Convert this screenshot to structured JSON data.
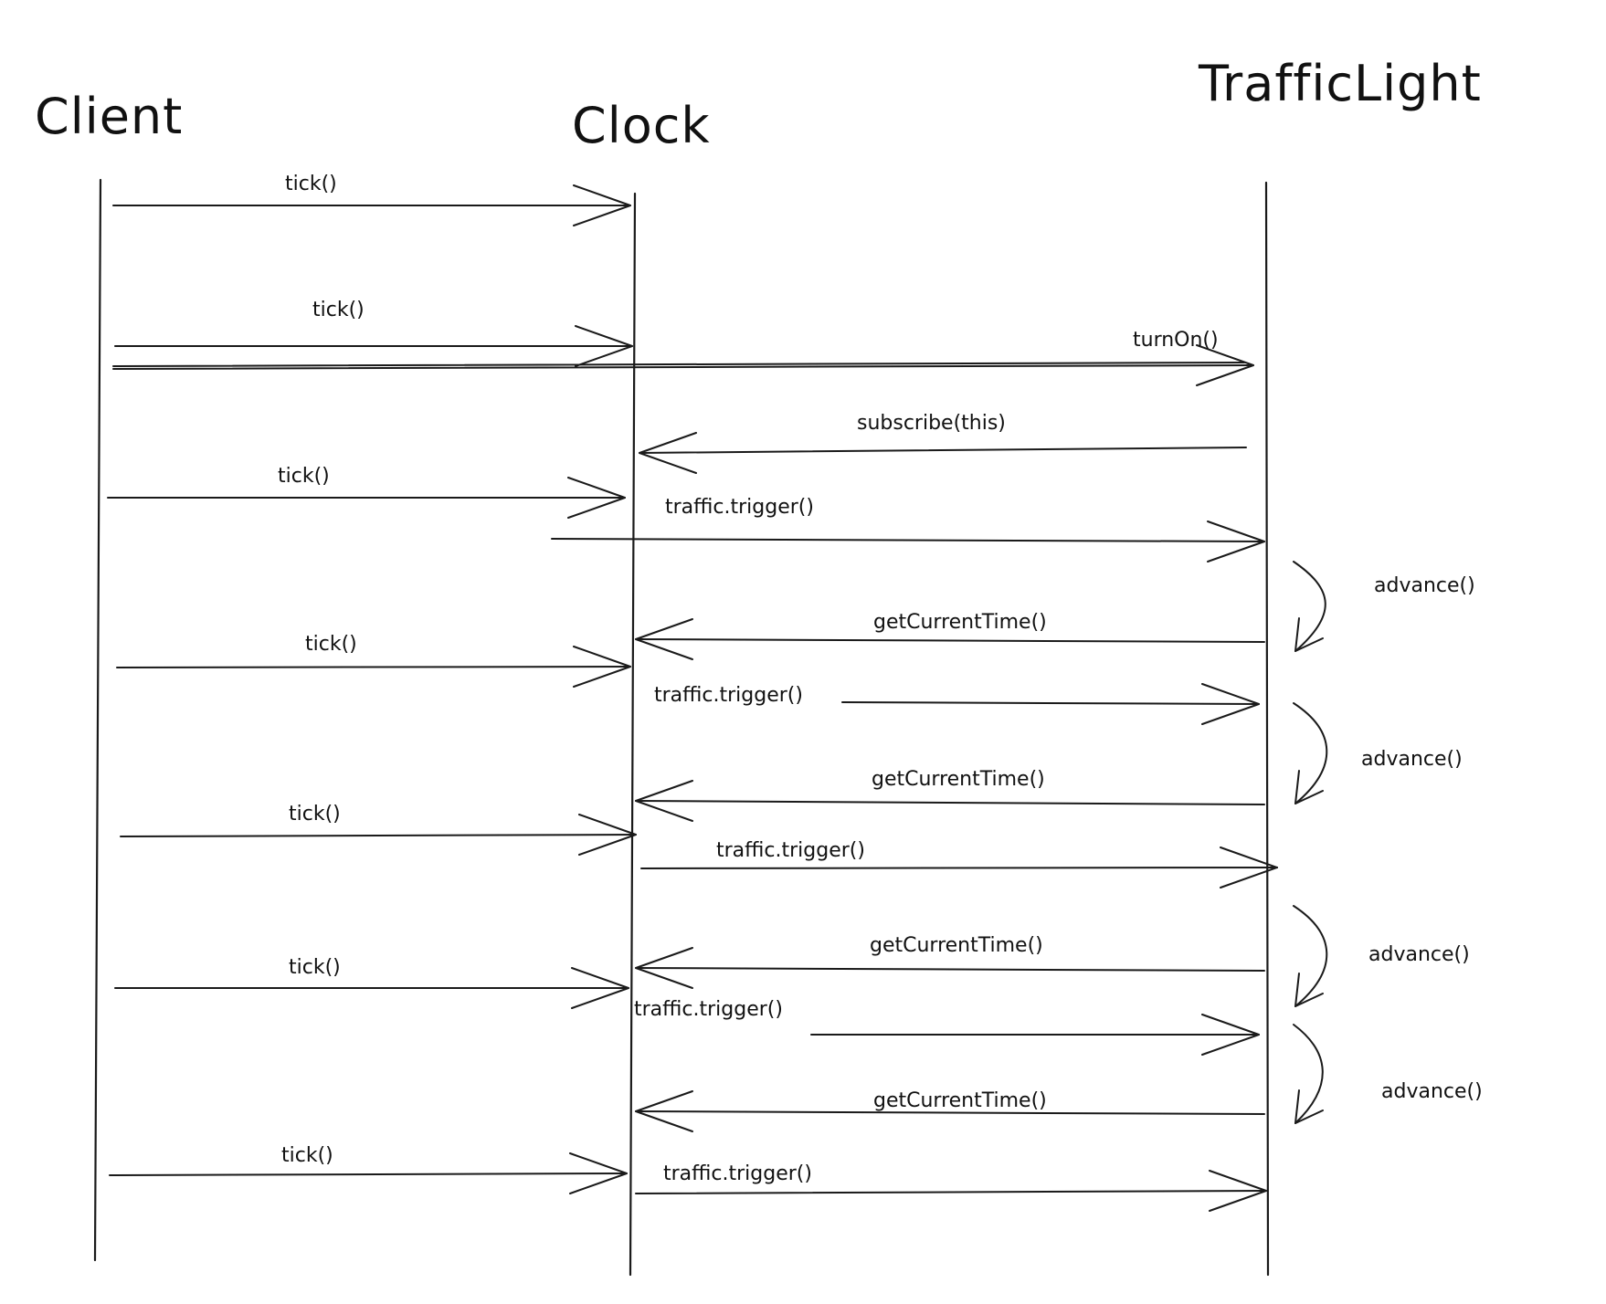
{
  "participants": [
    {
      "id": "client",
      "label": "Client"
    },
    {
      "id": "clock",
      "label": "Clock"
    },
    {
      "id": "trafficlight",
      "label": "TrafficLight"
    }
  ],
  "messages": [
    {
      "label": "tick()",
      "from": "client",
      "to": "clock"
    },
    {
      "label": "tick()",
      "from": "client",
      "to": "clock"
    },
    {
      "label": "turnOn()",
      "from": "client",
      "to": "trafficlight"
    },
    {
      "label": "subscribe(this)",
      "from": "trafficlight",
      "to": "clock"
    },
    {
      "label": "tick()",
      "from": "client",
      "to": "clock"
    },
    {
      "label": "traffic.trigger()",
      "from": "clock",
      "to": "trafficlight"
    },
    {
      "label": "advance()",
      "from": "trafficlight",
      "to": "trafficlight"
    },
    {
      "label": "getCurrentTime()",
      "from": "trafficlight",
      "to": "clock"
    },
    {
      "label": "tick()",
      "from": "client",
      "to": "clock"
    },
    {
      "label": "traffic.trigger()",
      "from": "clock",
      "to": "trafficlight"
    },
    {
      "label": "advance()",
      "from": "trafficlight",
      "to": "trafficlight"
    },
    {
      "label": "getCurrentTime()",
      "from": "trafficlight",
      "to": "clock"
    },
    {
      "label": "tick()",
      "from": "client",
      "to": "clock"
    },
    {
      "label": "traffic.trigger()",
      "from": "clock",
      "to": "trafficlight"
    },
    {
      "label": "advance()",
      "from": "trafficlight",
      "to": "trafficlight"
    },
    {
      "label": "getCurrentTime()",
      "from": "trafficlight",
      "to": "clock"
    },
    {
      "label": "tick()",
      "from": "client",
      "to": "clock"
    },
    {
      "label": "traffic.trigger()",
      "from": "clock",
      "to": "trafficlight"
    },
    {
      "label": "advance()",
      "from": "trafficlight",
      "to": "trafficlight"
    },
    {
      "label": "getCurrentTime()",
      "from": "trafficlight",
      "to": "clock"
    },
    {
      "label": "tick()",
      "from": "client",
      "to": "clock"
    },
    {
      "label": "traffic.trigger()",
      "from": "clock",
      "to": "trafficlight"
    }
  ]
}
